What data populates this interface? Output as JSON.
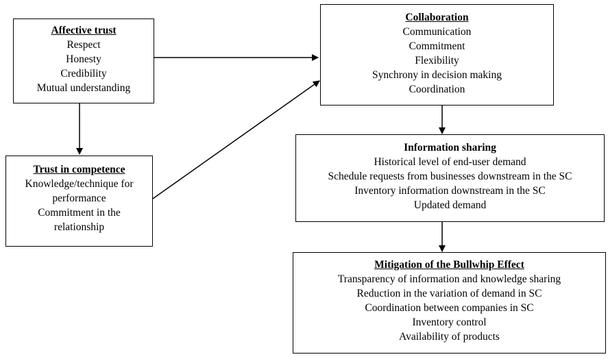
{
  "boxes": {
    "affective_trust": {
      "title": "Affective trust",
      "items": [
        "Respect",
        "Honesty",
        "Credibility",
        "Mutual understanding"
      ]
    },
    "trust_in_competence": {
      "title": "Trust in competence",
      "items": [
        "Knowledge/technique for",
        "performance",
        "Commitment in the",
        "relationship"
      ]
    },
    "collaboration": {
      "title": "Collaboration",
      "items": [
        "Communication",
        "Commitment",
        "Flexibility",
        "Synchrony in decision making",
        "Coordination"
      ]
    },
    "information_sharing": {
      "title": "Information sharing",
      "items": [
        "Historical level of end-user demand",
        "Schedule requests from businesses downstream in the SC",
        "Inventory information downstream in the SC",
        "Updated demand"
      ]
    },
    "mitigation": {
      "title": "Mitigation of the Bullwhip Effect",
      "items": [
        "Transparency of information and knowledge sharing",
        "Reduction in the variation of demand in SC",
        "Coordination between companies in SC",
        "Inventory control",
        "Availability of products"
      ]
    }
  },
  "connections": [
    {
      "from": "Affective trust",
      "to": "Collaboration"
    },
    {
      "from": "Affective trust",
      "to": "Trust in competence"
    },
    {
      "from": "Trust in competence",
      "to": "Collaboration"
    },
    {
      "from": "Collaboration",
      "to": "Information sharing"
    },
    {
      "from": "Information sharing",
      "to": "Mitigation of the Bullwhip Effect"
    }
  ]
}
